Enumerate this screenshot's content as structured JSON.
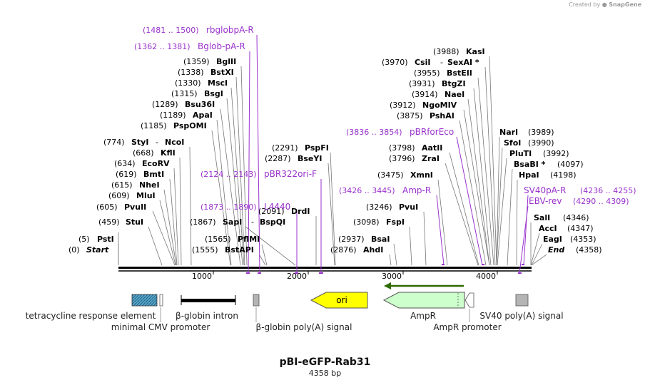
{
  "credit": {
    "prefix": "Created by",
    "brand": "SnapGene"
  },
  "plasmid": {
    "name": "pBI-eGFP-Rab31",
    "length": "4358 bp"
  },
  "ruler": {
    "ticks": [
      "1000",
      "2000",
      "3000",
      "4000"
    ]
  },
  "sites": [
    {
      "pos": "(0)",
      "name": "Start",
      "italic": true
    },
    {
      "pos": "(5)",
      "name": "PstI"
    },
    {
      "pos": "(459)",
      "name": "StuI"
    },
    {
      "pos": "(605)",
      "name": "PvuII"
    },
    {
      "pos": "(609)",
      "name": "MluI"
    },
    {
      "pos": "(615)",
      "name": "NheI"
    },
    {
      "pos": "(619)",
      "name": "BmtI"
    },
    {
      "pos": "(634)",
      "name": "EcoRV"
    },
    {
      "pos": "(668)",
      "name": "KflI"
    },
    {
      "pos": "(774)",
      "name": "StyI",
      "name2": "NcoI"
    },
    {
      "pos": "(1185)",
      "name": "PspOMI"
    },
    {
      "pos": "(1189)",
      "name": "ApaI"
    },
    {
      "pos": "(1289)",
      "name": "Bsu36I"
    },
    {
      "pos": "(1315)",
      "name": "BsgI"
    },
    {
      "pos": "(1330)",
      "name": "MscI"
    },
    {
      "pos": "(1338)",
      "name": "BstXI"
    },
    {
      "pos": "(1359)",
      "name": "BglII"
    },
    {
      "pos": "(1555)",
      "name": "BstAPI"
    },
    {
      "pos": "(1565)",
      "name": "PflMI"
    },
    {
      "pos": "(1867)",
      "name": "SapI",
      "name2": "BspQI"
    },
    {
      "pos": "(2091)",
      "name": "DrdI"
    },
    {
      "pos": "(2287)",
      "name": "BseYI"
    },
    {
      "pos": "(2291)",
      "name": "PspFI"
    },
    {
      "pos": "(2876)",
      "name": "AhdI"
    },
    {
      "pos": "(2937)",
      "name": "BsaI"
    },
    {
      "pos": "(3098)",
      "name": "FspI"
    },
    {
      "pos": "(3246)",
      "name": "PvuI"
    },
    {
      "pos": "(3475)",
      "name": "XmnI"
    },
    {
      "pos": "(3796)",
      "name": "ZraI"
    },
    {
      "pos": "(3798)",
      "name": "AatII"
    },
    {
      "pos": "(3875)",
      "name": "PshAI"
    },
    {
      "pos": "(3912)",
      "name": "NgoMIV"
    },
    {
      "pos": "(3914)",
      "name": "NaeI"
    },
    {
      "pos": "(3931)",
      "name": "BtgZI"
    },
    {
      "pos": "(3955)",
      "name": "BstEII"
    },
    {
      "pos": "(3970)",
      "name": "CsiI",
      "name2": "SexAI *"
    },
    {
      "pos": "(3988)",
      "name": "KasI"
    },
    {
      "pos": "(3989)",
      "name": "NarI"
    },
    {
      "pos": "(3990)",
      "name": "SfoI"
    },
    {
      "pos": "(3992)",
      "name": "PluTI"
    },
    {
      "pos": "(4097)",
      "name": "BsaBI *"
    },
    {
      "pos": "(4198)",
      "name": "HpaI"
    },
    {
      "pos": "(4346)",
      "name": "SalI"
    },
    {
      "pos": "(4347)",
      "name": "AccI"
    },
    {
      "pos": "(4353)",
      "name": "EagI"
    },
    {
      "pos": "(4358)",
      "name": "End",
      "italic": true
    }
  ],
  "primers": [
    {
      "range": "(1481 .. 1500)",
      "name": "rbglobpA-R"
    },
    {
      "range": "(1362 .. 1381)",
      "name": "Bglob-pA-R"
    },
    {
      "range": "(2124 .. 2143)",
      "name": "pBR322ori-F"
    },
    {
      "range": "(1873 .. 1890)",
      "name": "L4440"
    },
    {
      "range": "(3836 .. 3854)",
      "name": "pBRforEco"
    },
    {
      "range": "(3426 .. 3445)",
      "name": "Amp-R"
    },
    {
      "name": "SV40pA-R",
      "range": "(4236 .. 4255)"
    },
    {
      "name": "EBV-rev",
      "range": "(4290 .. 4309)"
    }
  ],
  "features": [
    {
      "label": "tetracycline response element",
      "color": "#5aa7c9"
    },
    {
      "label": "minimal CMV promoter",
      "color": "#ffffff"
    },
    {
      "label": "β-globin intron",
      "color": "#000000"
    },
    {
      "label": "β-globin poly(A) signal",
      "color": "#b4b4b4"
    },
    {
      "label": "ori",
      "color": "#ffff00"
    },
    {
      "label": "AmpR",
      "color": "#ccffcc"
    },
    {
      "label": "AmpR promoter",
      "color": "#ffffff"
    },
    {
      "label": "SV40 poly(A) signal",
      "color": "#b4b4b4"
    }
  ],
  "colors": {
    "primer": "#9932cc",
    "site": "#000000",
    "orf_arrow": "#2e6b00"
  }
}
